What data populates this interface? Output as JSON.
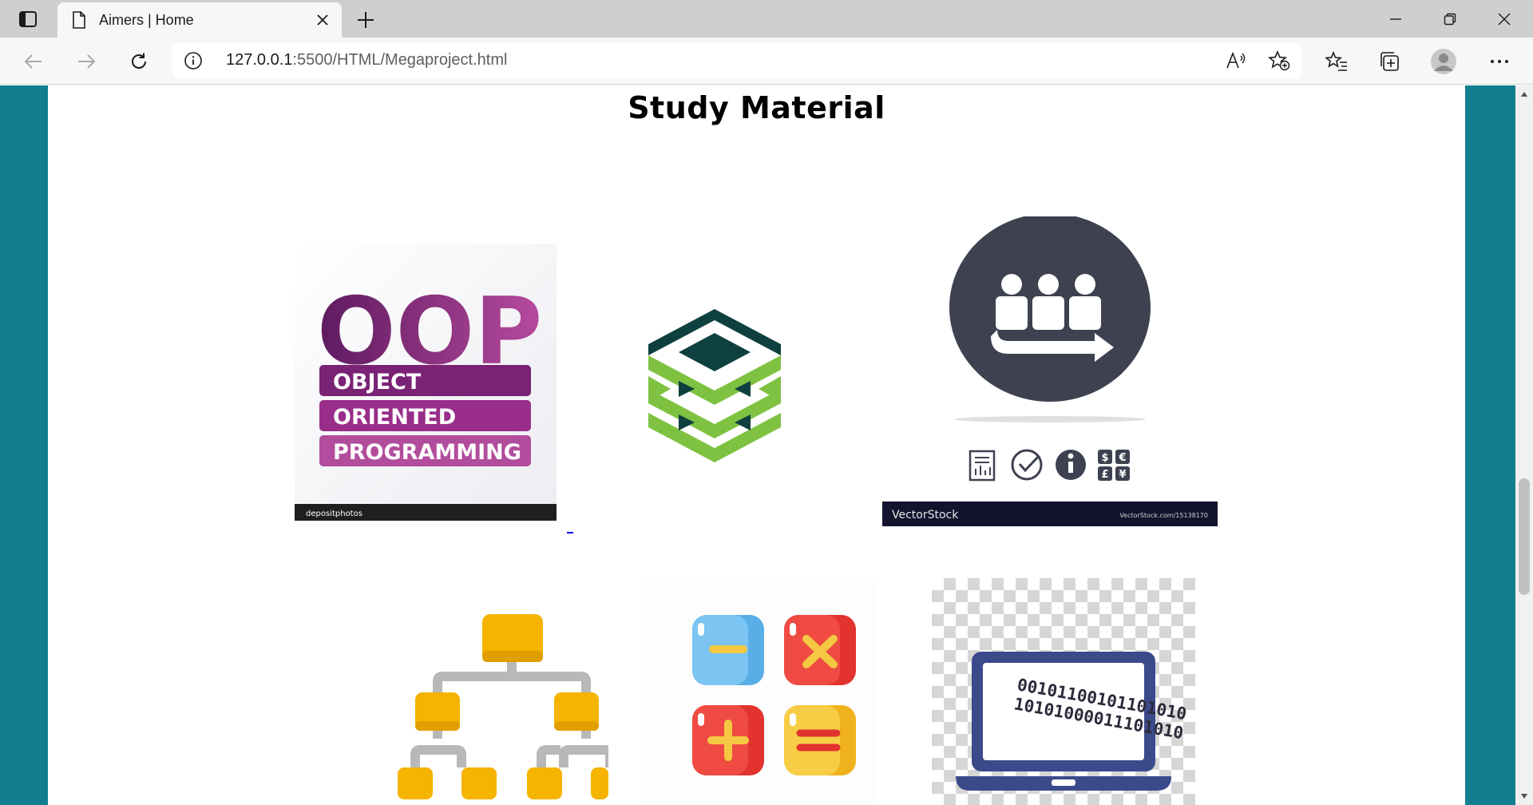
{
  "browser": {
    "tab_title": "Aimers | Home",
    "url_host": "127.0.0.1",
    "url_rest": ":5500/HTML/Megaproject.html"
  },
  "page": {
    "heading": "Study Material",
    "cards": [
      {
        "name": "oop-card",
        "lines": [
          "OOP",
          "OBJECT",
          "ORIENTED",
          "PROGRAMMING"
        ],
        "footer": "depositphotos"
      },
      {
        "name": "layers-card"
      },
      {
        "name": "queue-card",
        "footer_left": "VectorStock",
        "footer_right": "VectorStock.com/15138170"
      },
      {
        "name": "tree-card"
      },
      {
        "name": "calculator-card"
      },
      {
        "name": "binary-laptop-card",
        "binary_line1": "00101100101101010",
        "binary_line2": "10101000011101010"
      }
    ]
  },
  "colors": {
    "teal_background": "#117f8f",
    "oop_purple": "#8a2a8a",
    "layer_green": "#7fc241",
    "layer_dark": "#0f4040",
    "queue_circle": "#3d4150",
    "vectorstock_bar": "#13132e",
    "tree_orange": "#f4b400"
  }
}
